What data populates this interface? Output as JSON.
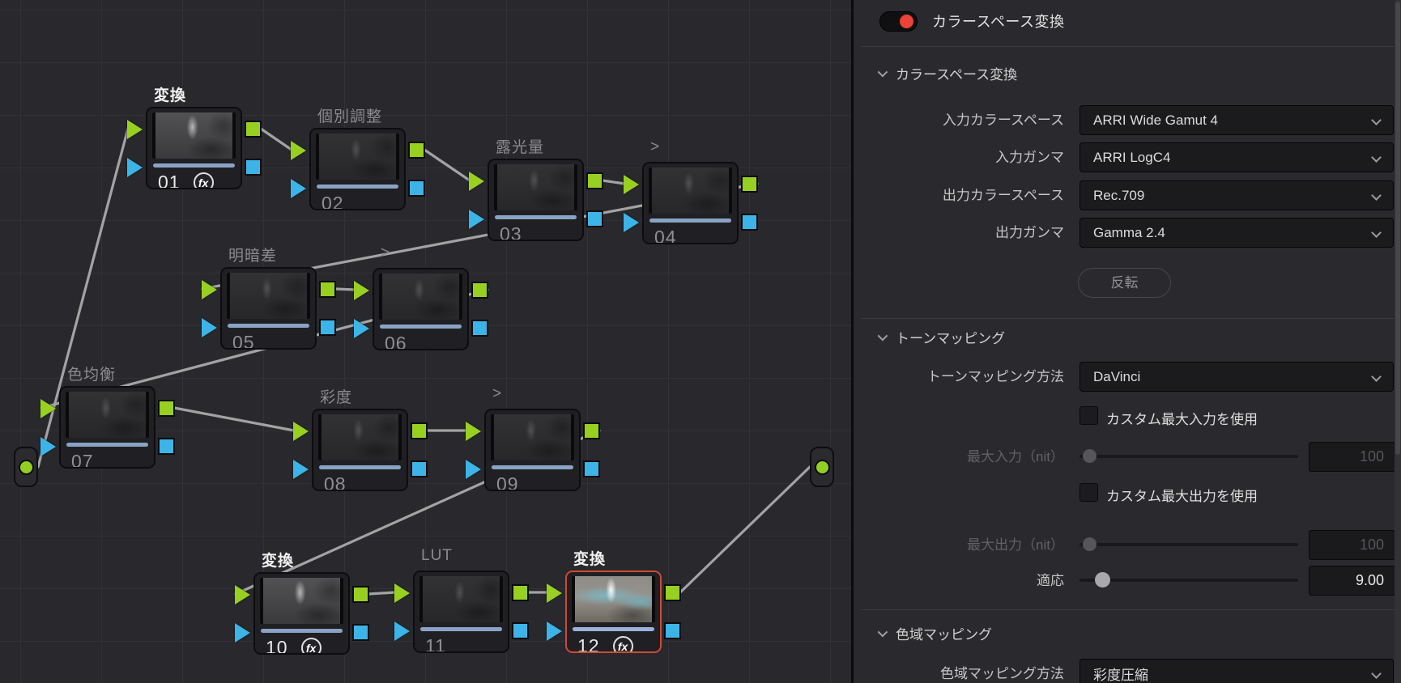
{
  "graph": {
    "fx_label": "fx",
    "colors": {
      "rgb_port_green": "#97d020",
      "key_port_blue": "#3cb4e8",
      "wire_gray": "#a3a3a3",
      "selected_node_border": "#cf4a31",
      "canvas_background": "#29292d"
    },
    "nodes": [
      {
        "num": "01",
        "label": "変換",
        "has_fx": true,
        "selected": false
      },
      {
        "num": "02",
        "label": "個別調整",
        "has_fx": false,
        "selected": false
      },
      {
        "num": "03",
        "label": "露光量",
        "has_fx": false,
        "selected": false
      },
      {
        "num": "04",
        "label": ">",
        "has_fx": false,
        "selected": false
      },
      {
        "num": "05",
        "label": "明暗差",
        "has_fx": false,
        "selected": false
      },
      {
        "num": "06",
        "label": ">",
        "has_fx": false,
        "selected": false
      },
      {
        "num": "07",
        "label": "色均衡",
        "has_fx": false,
        "selected": false
      },
      {
        "num": "08",
        "label": "彩度",
        "has_fx": false,
        "selected": false
      },
      {
        "num": "09",
        "label": ">",
        "has_fx": false,
        "selected": false
      },
      {
        "num": "10",
        "label": "変換",
        "has_fx": true,
        "selected": false
      },
      {
        "num": "11",
        "label": "LUT",
        "has_fx": false,
        "selected": false
      },
      {
        "num": "12",
        "label": "変換",
        "has_fx": true,
        "selected": true
      }
    ]
  },
  "panel": {
    "title": "カラースペース変換",
    "toggle_on": true,
    "toggle_color": "#ea4337",
    "section_color_space": {
      "title": "カラースペース変換",
      "rows": [
        {
          "label": "入力カラースペース",
          "value": "ARRI Wide Gamut 4"
        },
        {
          "label": "入力ガンマ",
          "value": "ARRI LogC4"
        },
        {
          "label": "出力カラースペース",
          "value": "Rec.709"
        },
        {
          "label": "出力ガンマ",
          "value": "Gamma 2.4"
        }
      ],
      "invert_button": "反転"
    },
    "section_tone_mapping": {
      "title": "トーンマッピング",
      "method_label": "トーンマッピング方法",
      "method_value": "DaVinci",
      "custom_max_input_label": "カスタム最大入力を使用",
      "custom_max_input_checked": false,
      "max_input_label": "最大入力（nit）",
      "max_input_value": "100",
      "custom_max_output_label": "カスタム最大出力を使用",
      "custom_max_output_checked": false,
      "max_output_label": "最大出力（nit）",
      "max_output_value": "100",
      "adaptation_label": "適応",
      "adaptation_value": "9.00"
    },
    "section_gamut_mapping": {
      "title": "色域マッピング",
      "method_label": "色域マッピング方法",
      "method_value": "彩度圧縮"
    }
  }
}
